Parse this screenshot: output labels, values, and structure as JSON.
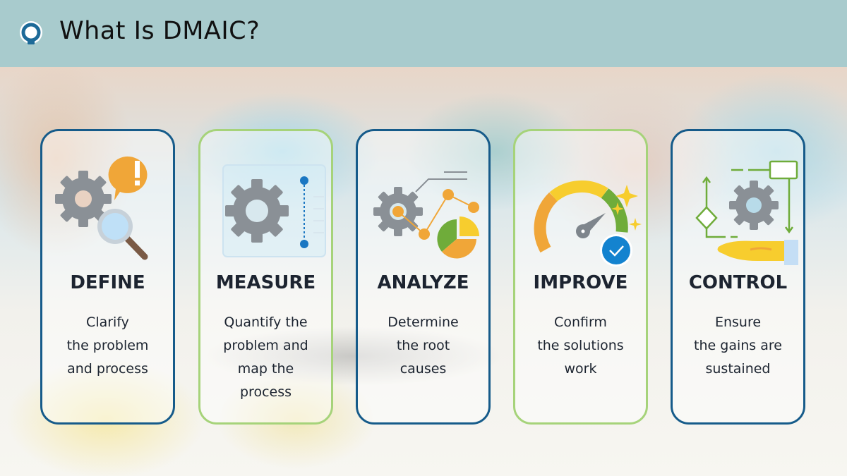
{
  "header": {
    "title": "What Is DMAIC?",
    "logo_icon": "lightbulb-ring-icon",
    "background_color": "#a8cbcd"
  },
  "colors": {
    "blue_border": "#165b8a",
    "green_border": "#a6d37a",
    "gear": "#8a9096",
    "orange": "#f0a638",
    "yellow": "#f7cd2e",
    "green": "#6fac3a",
    "blue_accent": "#1483cf"
  },
  "steps": [
    {
      "title": "DEFINE",
      "description": "Clarify the problem and process",
      "lines": [
        "Clarify",
        "the problem",
        "and process"
      ],
      "icon": "gear-magnifier-alert-icon",
      "border": "blue"
    },
    {
      "title": "MEASURE",
      "description": "Quantify the problem and map the process",
      "lines": [
        "Quantify the",
        "problem and",
        "map the",
        "process"
      ],
      "icon": "gear-ruler-icon",
      "border": "green"
    },
    {
      "title": "ANALYZE",
      "description": "Determine the root causes",
      "lines": [
        "Determine",
        "the root",
        "causes"
      ],
      "icon": "gear-chart-pie-icon",
      "border": "blue"
    },
    {
      "title": "IMPROVE",
      "description": "Confirm the solutions work",
      "lines": [
        "Confirm",
        "the solutions",
        "work"
      ],
      "icon": "gauge-check-icon",
      "border": "green"
    },
    {
      "title": "CONTROL",
      "description": "Ensure the gains are sustained",
      "lines": [
        "Ensure",
        "the gains are",
        "sustained"
      ],
      "icon": "gear-flowchart-hand-icon",
      "border": "blue"
    }
  ]
}
